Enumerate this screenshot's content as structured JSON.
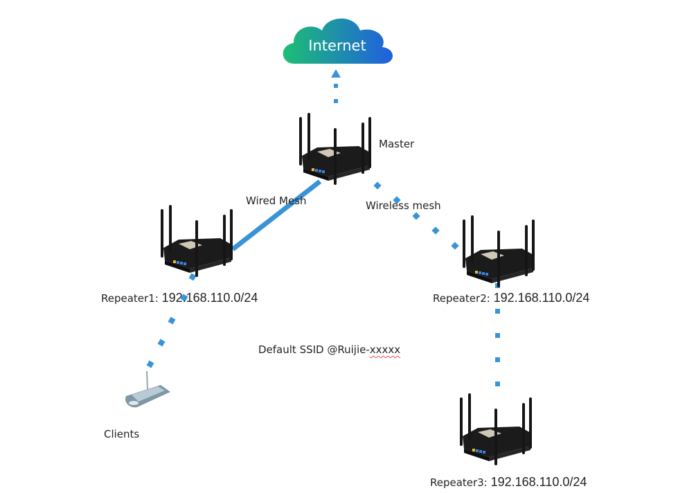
{
  "diagram": {
    "title": "Ruijie Mesh Network Topology",
    "internet": {
      "label": "Internet",
      "colors": {
        "start": "#1dbf73",
        "end": "#1f5fe0"
      }
    },
    "nodes": [
      {
        "id": "master",
        "label": "Master"
      },
      {
        "id": "repeater1",
        "label": "Repeater1:",
        "subnet": "192.168.110.0/24"
      },
      {
        "id": "repeater2",
        "label": "Repeater2:",
        "subnet": "192.168.110.0/24"
      },
      {
        "id": "repeater3",
        "label": "Repeater3:",
        "subnet": "192.168.110.0/24"
      },
      {
        "id": "clients",
        "label": "Clients"
      }
    ],
    "links": [
      {
        "from": "master",
        "to": "internet",
        "type": "dotted-arrow"
      },
      {
        "from": "master",
        "to": "repeater1",
        "type": "solid",
        "label": "Wired Mesh"
      },
      {
        "from": "master",
        "to": "repeater2",
        "type": "dotted",
        "label": "Wireless mesh"
      },
      {
        "from": "repeater1",
        "to": "clients",
        "type": "dotted"
      },
      {
        "from": "repeater2",
        "to": "repeater3",
        "type": "dotted"
      }
    ],
    "ssid_note": {
      "prefix": "Default SSID @Ruijie-",
      "suffix": "xxxxx"
    },
    "link_color": "#3a93d6"
  }
}
